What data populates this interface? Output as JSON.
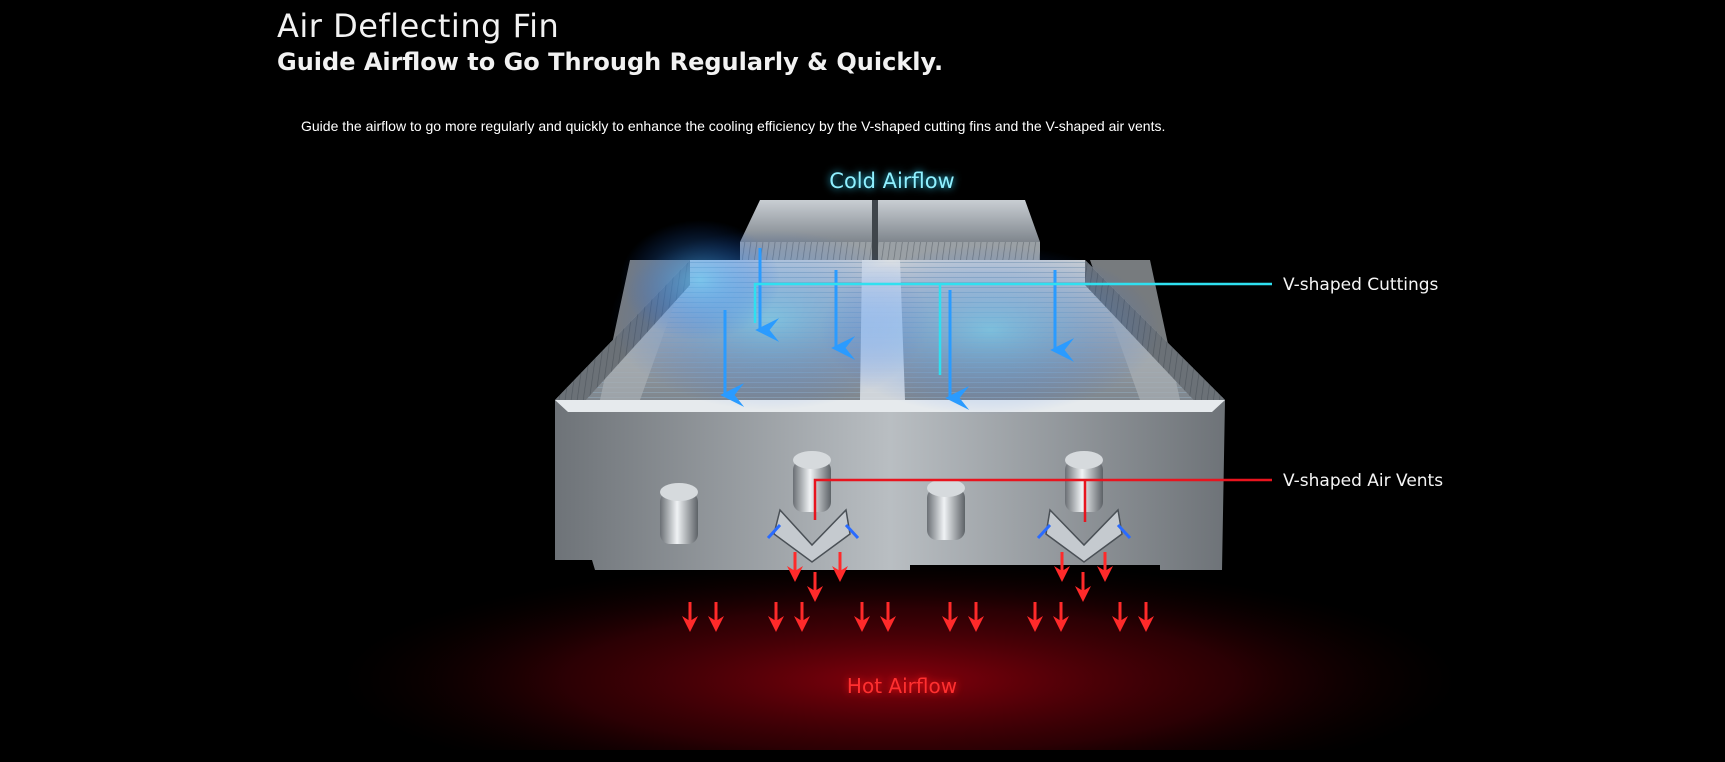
{
  "header": {
    "title": "Air Deflecting Fin",
    "subtitle": "Guide Airflow to Go Through Regularly & Quickly."
  },
  "description": "Guide the airflow to go more regularly and quickly to enhance the cooling efficiency by the V-shaped cutting fins and the V-shaped air vents.",
  "diagram": {
    "cold_label": "Cold Airflow",
    "hot_label": "Hot Airflow",
    "callout_cuttings": "V-shaped Cuttings",
    "callout_vents": "V-shaped Air Vents",
    "colors": {
      "cold": "#39d9f0",
      "hot": "#ff2a2a",
      "callout_cuttings_line": "#2fe0f0",
      "callout_vents_line": "#e8141e"
    }
  }
}
